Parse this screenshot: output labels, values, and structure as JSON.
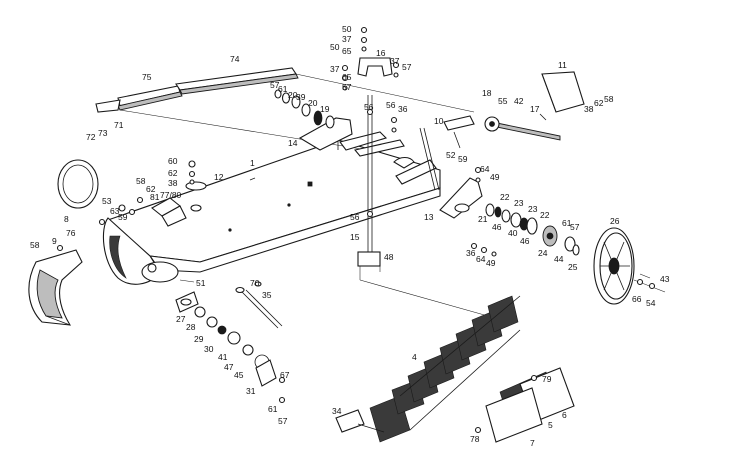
{
  "callouts": {
    "c1": "1",
    "c4": "4",
    "c5": "5",
    "c6": "6",
    "c7": "7",
    "c8": "8",
    "c9": "9",
    "c10": "10",
    "c11": "11",
    "c12": "12",
    "c13": "13",
    "c14": "14",
    "c15": "15",
    "c16": "16",
    "c17": "17",
    "c18": "18",
    "c19": "19",
    "c20a": "20",
    "c20b": "20",
    "c21": "21",
    "c22a": "22",
    "c22b": "22",
    "c23a": "23",
    "c23b": "23",
    "c24": "24",
    "c25": "25",
    "c26": "26",
    "c27": "27",
    "c28": "28",
    "c29": "29",
    "c30": "30",
    "c31": "31",
    "c34": "34",
    "c35": "35",
    "c36a": "36",
    "c36b": "36",
    "c37a": "37",
    "c37b": "37",
    "c37c": "37",
    "c38a": "38",
    "c38b": "38",
    "c39": "39",
    "c40": "40",
    "c41": "41",
    "c42": "42",
    "c43": "43",
    "c44": "44",
    "c45": "45",
    "c46a": "46",
    "c46b": "46",
    "c47": "47",
    "c48": "48",
    "c49a": "49",
    "c49b": "49",
    "c50a": "50",
    "c50b": "50",
    "c51": "51",
    "c52": "52",
    "c53": "53",
    "c54": "54",
    "c55": "55",
    "c56a": "56",
    "c56b": "56",
    "c56c": "56",
    "c57a": "57",
    "c57b": "57",
    "c57c": "57",
    "c57d": "57",
    "c57e": "57",
    "c58a": "58",
    "c58b": "58",
    "c58c": "58",
    "c59a": "59",
    "c59b": "59",
    "c60": "60",
    "c61a": "61",
    "c61b": "61",
    "c61c": "61",
    "c62a": "62",
    "c62b": "62",
    "c62c": "62",
    "c63": "63",
    "c64a": "64",
    "c64b": "64",
    "c65a": "65",
    "c65b": "65",
    "c66": "66",
    "c67": "67",
    "c70": "70",
    "c71": "71",
    "c72": "72",
    "c73": "73",
    "c74": "74",
    "c75": "75",
    "c76": "76",
    "c77_80": "77/80",
    "c78": "78",
    "c79": "79",
    "c81": "81"
  }
}
